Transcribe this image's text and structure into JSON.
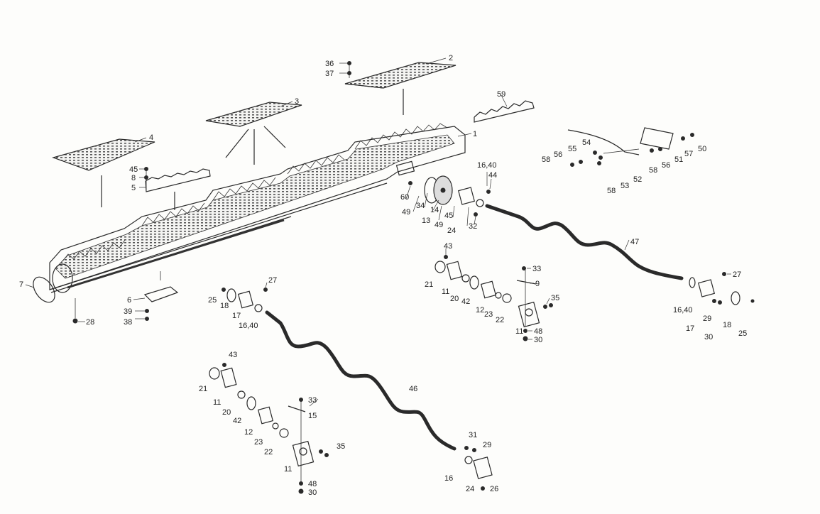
{
  "diagram": {
    "labels": [
      {
        "id": "l2",
        "text": "2"
      },
      {
        "id": "l36",
        "text": "36"
      },
      {
        "id": "l37",
        "text": "37"
      },
      {
        "id": "l3",
        "text": "3"
      },
      {
        "id": "l59",
        "text": "59"
      },
      {
        "id": "l1",
        "text": "1"
      },
      {
        "id": "l4",
        "text": "4"
      },
      {
        "id": "l45a",
        "text": "45"
      },
      {
        "id": "l8",
        "text": "8"
      },
      {
        "id": "l5",
        "text": "5"
      },
      {
        "id": "l7",
        "text": "7"
      },
      {
        "id": "l6",
        "text": "6"
      },
      {
        "id": "l39",
        "text": "39"
      },
      {
        "id": "l38",
        "text": "38"
      },
      {
        "id": "l28",
        "text": "28"
      },
      {
        "id": "l16_40a",
        "text": "16,40"
      },
      {
        "id": "l44",
        "text": "44"
      },
      {
        "id": "l60",
        "text": "60"
      },
      {
        "id": "l49a",
        "text": "49"
      },
      {
        "id": "l34",
        "text": "34"
      },
      {
        "id": "l13",
        "text": "13"
      },
      {
        "id": "l14",
        "text": "14"
      },
      {
        "id": "l49b",
        "text": "49"
      },
      {
        "id": "l45b",
        "text": "45"
      },
      {
        "id": "l24a",
        "text": "24"
      },
      {
        "id": "l32",
        "text": "32"
      },
      {
        "id": "l58a",
        "text": "58"
      },
      {
        "id": "l56a",
        "text": "56"
      },
      {
        "id": "l55",
        "text": "55"
      },
      {
        "id": "l54",
        "text": "54"
      },
      {
        "id": "l57",
        "text": "57"
      },
      {
        "id": "l50",
        "text": "50"
      },
      {
        "id": "l51",
        "text": "51"
      },
      {
        "id": "l56b",
        "text": "56"
      },
      {
        "id": "l58b",
        "text": "58"
      },
      {
        "id": "l58c",
        "text": "58"
      },
      {
        "id": "l53",
        "text": "53"
      },
      {
        "id": "l52",
        "text": "52"
      },
      {
        "id": "l47",
        "text": "47"
      },
      {
        "id": "l43a",
        "text": "43"
      },
      {
        "id": "l33a",
        "text": "33"
      },
      {
        "id": "l9",
        "text": "9"
      },
      {
        "id": "l21a",
        "text": "21"
      },
      {
        "id": "l11a",
        "text": "11"
      },
      {
        "id": "l20a",
        "text": "20"
      },
      {
        "id": "l42a",
        "text": "42"
      },
      {
        "id": "l12a",
        "text": "12"
      },
      {
        "id": "l23a",
        "text": "23"
      },
      {
        "id": "l22a",
        "text": "22"
      },
      {
        "id": "l35a",
        "text": "35"
      },
      {
        "id": "l11b",
        "text": "11"
      },
      {
        "id": "l48a",
        "text": "48"
      },
      {
        "id": "l30a",
        "text": "30"
      },
      {
        "id": "l27a",
        "text": "27"
      },
      {
        "id": "l16_40b",
        "text": "16,40"
      },
      {
        "id": "l17a",
        "text": "17"
      },
      {
        "id": "l29a",
        "text": "29"
      },
      {
        "id": "l30b",
        "text": "30"
      },
      {
        "id": "l18a",
        "text": "18"
      },
      {
        "id": "l25a",
        "text": "25"
      },
      {
        "id": "l27b",
        "text": "27"
      },
      {
        "id": "l25b",
        "text": "25"
      },
      {
        "id": "l18b",
        "text": "18"
      },
      {
        "id": "l17b",
        "text": "17"
      },
      {
        "id": "l16_40c",
        "text": "16,40"
      },
      {
        "id": "l43b",
        "text": "43"
      },
      {
        "id": "l21b",
        "text": "21"
      },
      {
        "id": "l11c",
        "text": "11"
      },
      {
        "id": "l20b",
        "text": "20"
      },
      {
        "id": "l42b",
        "text": "42"
      },
      {
        "id": "l12b",
        "text": "12"
      },
      {
        "id": "l23b",
        "text": "23"
      },
      {
        "id": "l22b",
        "text": "22"
      },
      {
        "id": "l33b",
        "text": "33"
      },
      {
        "id": "l15",
        "text": "15"
      },
      {
        "id": "l35b",
        "text": "35"
      },
      {
        "id": "l11d",
        "text": "11"
      },
      {
        "id": "l48b",
        "text": "48"
      },
      {
        "id": "l30c",
        "text": "30"
      },
      {
        "id": "l46",
        "text": "46"
      },
      {
        "id": "l31",
        "text": "31"
      },
      {
        "id": "l29b",
        "text": "29"
      },
      {
        "id": "l16",
        "text": "16"
      },
      {
        "id": "l24b",
        "text": "24"
      },
      {
        "id": "l26",
        "text": "26"
      }
    ]
  }
}
